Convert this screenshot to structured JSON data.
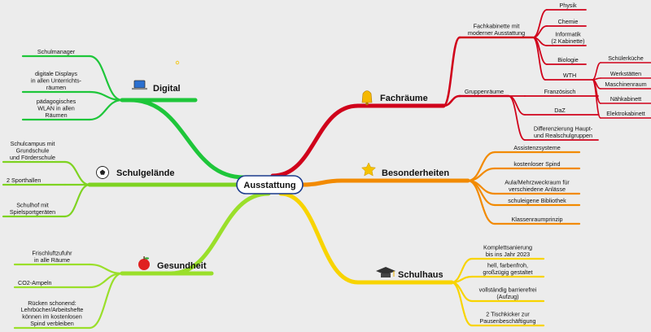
{
  "center": "Ausstattung",
  "colors": {
    "digital": "#1ec63a",
    "schulgelaende": "#7ed321",
    "gesundheit": "#9adf2a",
    "fachraeume": "#d0021b",
    "besonderheiten": "#f28a00",
    "schulhaus": "#f8d400",
    "center_border": "#1a3a8c"
  },
  "branches": {
    "digital": {
      "title": "Digital",
      "icon": "laptop-icon",
      "items": [
        "Schulmanager",
        "digitale Displays\nin allen Unterrichts-\nräumen",
        "pädagogisches\nWLAN in allen\nRäumen"
      ]
    },
    "schulgelaende": {
      "title": "Schulgelände",
      "icon": "soccer-ball-icon",
      "items": [
        "Schulcampus mit\nGrundschule\nund Förderschule",
        "2 Sporthallen",
        "Schulhof mit\nSpielsportgeräten"
      ]
    },
    "gesundheit": {
      "title": "Gesundheit",
      "icon": "apple-icon",
      "items": [
        "Frischluftzufuhr\nin alle Räume",
        "CO2-Ampeln",
        "Rücken schonend:\nLehrbücher/Arbeitshefte\nkönnen im kostenlosen\nSpind verbleiben"
      ]
    },
    "fachraeume": {
      "title": "Fachräume",
      "icon": "bell-icon",
      "fachkabinette": {
        "label": "Fachkabinette mit\nmoderner Ausstattung",
        "items": [
          "Physik",
          "Chemie",
          "Informatik\n(2 Kabinette)",
          "Biologie"
        ],
        "wth": {
          "label": "WTH",
          "items": [
            "Schülerküche",
            "Werkstätten",
            "Maschinenraum",
            "Nähkabinett",
            "Elektrokabinett"
          ]
        }
      },
      "gruppenraeume": {
        "label": "Gruppenräume",
        "items": [
          "Französisch",
          "DaZ",
          "Differenzierung Haupt-\nund Realschulgruppen"
        ]
      }
    },
    "besonderheiten": {
      "title": "Besonderheiten",
      "icon": "star-icon",
      "items": [
        "Assistenzsysteme",
        "kostenloser Spind",
        "Aula/Mehrzweckraum für\nverschiedene Anlässe",
        "schuleigene Bibliothek",
        "Klassenraumprinzip"
      ]
    },
    "schulhaus": {
      "title": "Schulhaus",
      "icon": "graduation-cap-icon",
      "items": [
        "Komplettsanierung\nbis ins Jahr 2023",
        "hell, farbenfroh,\ngroßzügig gestaltet",
        "vollständig barrierefrei\n(Aufzug)",
        "2 Tischkicker zur\nPausenbeschäftigung"
      ]
    }
  }
}
